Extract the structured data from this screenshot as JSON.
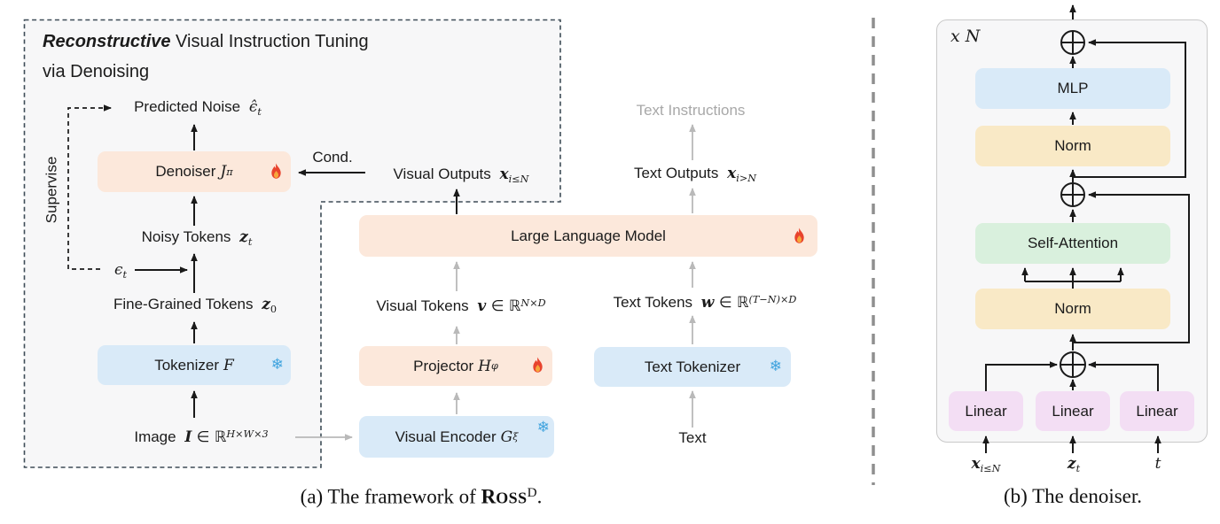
{
  "panel_a": {
    "title": {
      "emph": "Reconstructive",
      "rest": " Visual Instruction Tuning",
      "line2": "via Denoising"
    },
    "supervise": "Supervise",
    "predicted_noise": {
      "text": "Predicted Noise",
      "math": "ϵ̂",
      "sub": "t"
    },
    "denoiser": {
      "text": "Denoiser",
      "math": "J",
      "sub": "π"
    },
    "cond": "Cond.",
    "noisy_tokens": {
      "text": "Noisy Tokens",
      "math": "z",
      "sub": "t"
    },
    "epsilon": {
      "math": "ϵ",
      "sub": "t"
    },
    "fine_grained": {
      "text": "Fine-Grained Tokens",
      "math": "z",
      "sub": "0"
    },
    "tokenizer": {
      "text": "Tokenizer",
      "math": "F"
    },
    "image": {
      "text": "Image",
      "math": "I",
      "set": " ∈ ℝ",
      "sup": "H×W×3"
    },
    "visual_outputs": {
      "text": "Visual Outputs",
      "math": "x",
      "sub": "i≤N"
    },
    "text_outputs": {
      "text": "Text Outputs",
      "math": "x",
      "sub": "i>N"
    },
    "text_instructions": "Text Instructions",
    "llm": "Large Language Model",
    "visual_tokens": {
      "text": "Visual Tokens",
      "math": "v",
      "set": " ∈ ℝ",
      "sup": "N×D"
    },
    "text_tokens": {
      "text": "Text Tokens",
      "math": "w",
      "set": " ∈ ℝ",
      "sup": "(T−N)×D"
    },
    "projector": {
      "text": "Projector",
      "math": "H",
      "sub": "φ"
    },
    "visual_encoder": {
      "text": "Visual Encoder",
      "math": "G",
      "sub": "ξ"
    },
    "text_tokenizer": "Text Tokenizer",
    "text_input": "Text",
    "caption": {
      "pre": "(a) The framework of ",
      "ross_r": "R",
      "ross_rest": "OSS",
      "sup": "D",
      "post": "."
    }
  },
  "panel_b": {
    "repeat": "x N",
    "mlp": "MLP",
    "norm_top": "Norm",
    "self_attention": "Self-Attention",
    "norm_bottom": "Norm",
    "linear_left": "Linear",
    "linear_mid": "Linear",
    "linear_right": "Linear",
    "input_x": {
      "math": "x",
      "sub": "i≤N"
    },
    "input_z": {
      "math": "z",
      "sub": "t"
    },
    "input_t": "t",
    "caption": "(b) The denoiser."
  },
  "icons": {
    "fire": "fire-icon",
    "snowflake": "❄"
  },
  "colors": {
    "peach": "#fce8db",
    "blue": "#d9eaf8",
    "yellow": "#f9e9c6",
    "green": "#d9f0dd",
    "pink": "#f3def4",
    "panel_bg": "#f7f7f8",
    "dash_border": "#3e4c57",
    "gray_arrow": "#b9b9b9",
    "fire_red": "#e8432d",
    "snow_blue": "#3fa3de"
  }
}
